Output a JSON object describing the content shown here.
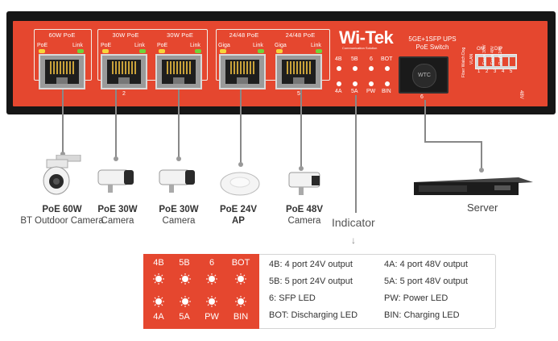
{
  "switch": {
    "logo": "Wi-Tek",
    "logo_sub": "Communication Solution",
    "model_line1": "5GE+1SFP UPS",
    "model_line2": "PoE Switch",
    "sfp_label": "WTC",
    "ports": [
      {
        "group": "60W PoE",
        "left_label": "PoE",
        "right_label": "Link",
        "number": ""
      },
      {
        "group": "30W PoE",
        "left_label": "PoE",
        "right_label": "Link",
        "number": "2"
      },
      {
        "group": "30W PoE",
        "left_label": "PoE",
        "right_label": "Link",
        "number": ""
      },
      {
        "group": "24/48 PoE",
        "left_label": "Giga",
        "right_label": "Link",
        "number": ""
      },
      {
        "group": "24/48 PoE",
        "left_label": "Giga",
        "right_label": "Link",
        "number": "5"
      }
    ],
    "sfp_number": "6",
    "indicators_top": [
      "4B",
      "5B",
      "6",
      "BOT"
    ],
    "indicators_bottom": [
      "4A",
      "5A",
      "PW",
      "BIN"
    ],
    "dip": {
      "on": "ON",
      "dip": "DIP",
      "numbers": [
        "1",
        "2",
        "3",
        "4",
        "5"
      ],
      "labels": [
        "Fiber Watch Dog",
        "VLAN",
        "Force 30W",
        "Force 48V",
        "Port5 24V"
      ],
      "right": "48V"
    }
  },
  "devices": [
    {
      "name": "PoE 60W",
      "desc": "BT Outdoor Camera"
    },
    {
      "name": "PoE 30W",
      "desc": "Camera"
    },
    {
      "name": "PoE 30W",
      "desc": "Camera"
    },
    {
      "name": "PoE 24V",
      "desc": "AP"
    },
    {
      "name": "PoE 48V",
      "desc": "Camera"
    }
  ],
  "indicator_label": "Indicator",
  "server_label": "Server",
  "legend": {
    "top": [
      "4B",
      "5B",
      "6",
      "BOT"
    ],
    "bottom": [
      "4A",
      "5A",
      "PW",
      "BIN"
    ],
    "rows": [
      {
        "left": "4B:  4 port 24V output",
        "right": "4A:  4 port 48V output"
      },
      {
        "left": "5B:  5 port 24V output",
        "right": "5A:  5 port 48V output"
      },
      {
        "left": "6:  SFP LED",
        "right": "PW:  Power LED"
      },
      {
        "left": "BOT:  Discharging LED",
        "right": "BIN:  Charging LED"
      }
    ]
  },
  "colors": {
    "faceplate": "#e5472f",
    "chassis": "#161616",
    "led_green": "#72d23a",
    "led_yellow": "#f7d43b"
  }
}
